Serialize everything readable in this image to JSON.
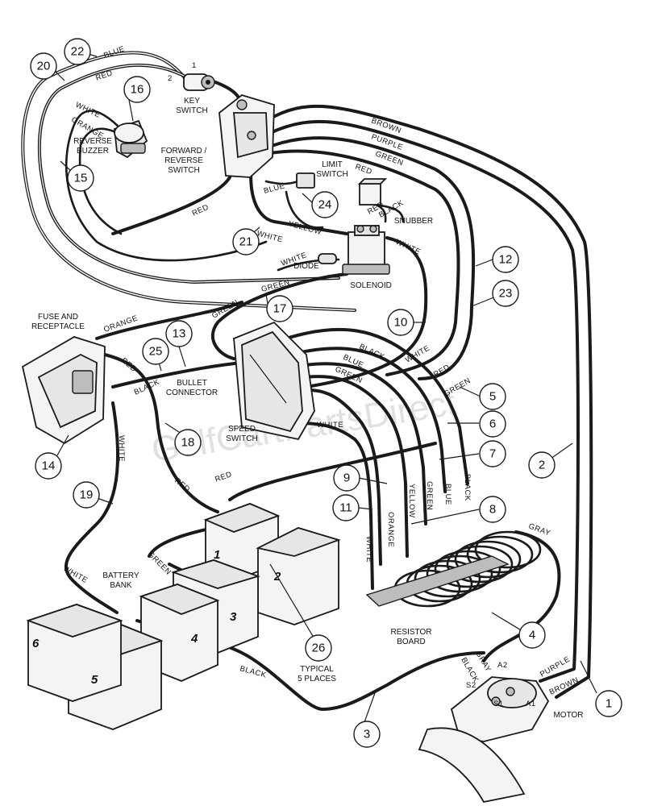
{
  "watermark": "GolfCartPartsDirect",
  "components": {
    "key_switch": [
      "KEY",
      "SWITCH"
    ],
    "reverse_buzzer": [
      "REVERSE",
      "BUZZER"
    ],
    "fwd_rev_switch": [
      "FORWARD /",
      "REVERSE",
      "SWITCH"
    ],
    "limit_switch": [
      "LIMIT",
      "SWITCH"
    ],
    "snubber": "SNUBBER",
    "diode": "DIODE",
    "solenoid": "SOLENOID",
    "fuse": [
      "FUSE AND",
      "RECEPTACLE"
    ],
    "bullet": [
      "BULLET",
      "CONNECTOR"
    ],
    "speed_switch": [
      "SPEED",
      "SWITCH"
    ],
    "battery_bank": [
      "BATTERY",
      "BANK"
    ],
    "resistor_board": [
      "RESISTOR",
      "BOARD"
    ],
    "typical": [
      "TYPICAL",
      "5 PLACES"
    ],
    "motor": "MOTOR"
  },
  "terminals": {
    "key_1": "1",
    "key_2": "2",
    "a1": "A1",
    "a2": "A2",
    "s1": "S1",
    "s2": "S2"
  },
  "battery_numbers": [
    "1",
    "2",
    "3",
    "4",
    "5",
    "6"
  ],
  "wire_labels": {
    "blue_top": "BLUE",
    "red_top": "RED",
    "white_buzzer": "WHITE",
    "orange_buzzer": "ORANGE",
    "brown_top": "BROWN",
    "purple_top": "PURPLE",
    "green_top": "GREEN",
    "red_right": "RED",
    "blue_limit": "BLUE",
    "yellow_limit": "YELLOW",
    "red_snub": "RED",
    "black_snub": "BLACK",
    "white_sol": "WHITE",
    "red_left": "RED",
    "white_21": "WHITE",
    "white_diode": "WHITE",
    "green_sol": "GREEN",
    "green_sw": "GREEN",
    "orange_fuse": "ORANGE",
    "red_fuse": "RED",
    "black_fuse": "BLACK",
    "black_sw": "BLACK",
    "blue_sw": "BLUE",
    "green_sw2": "GREEN",
    "white_sw": "WHITE",
    "red_sw": "RED",
    "green_sw3": "GREEN",
    "white_ss": "WHITE",
    "white_fuse": "WHITE",
    "red_batt": "RED",
    "red_batt2": "RED",
    "green_batt": "GREEN",
    "white_batt": "WHITE",
    "black_batt": "BLACK",
    "white_rb": "WHITE",
    "orange_rb": "ORANGE",
    "yellow_rb": "YELLOW",
    "green_rb": "GREEN",
    "blue_rb": "BLUE",
    "black_rb": "BLACK",
    "gray_rb": "GRAY",
    "gray_mot": "GRAY",
    "black_mot": "BLACK",
    "purple_mot": "PURPLE",
    "brown_mot": "BROWN"
  },
  "callouts": [
    "1",
    "2",
    "3",
    "4",
    "5",
    "6",
    "7",
    "8",
    "9",
    "10",
    "11",
    "12",
    "13",
    "14",
    "15",
    "16",
    "17",
    "18",
    "19",
    "20",
    "21",
    "22",
    "23",
    "24",
    "25",
    "26"
  ]
}
